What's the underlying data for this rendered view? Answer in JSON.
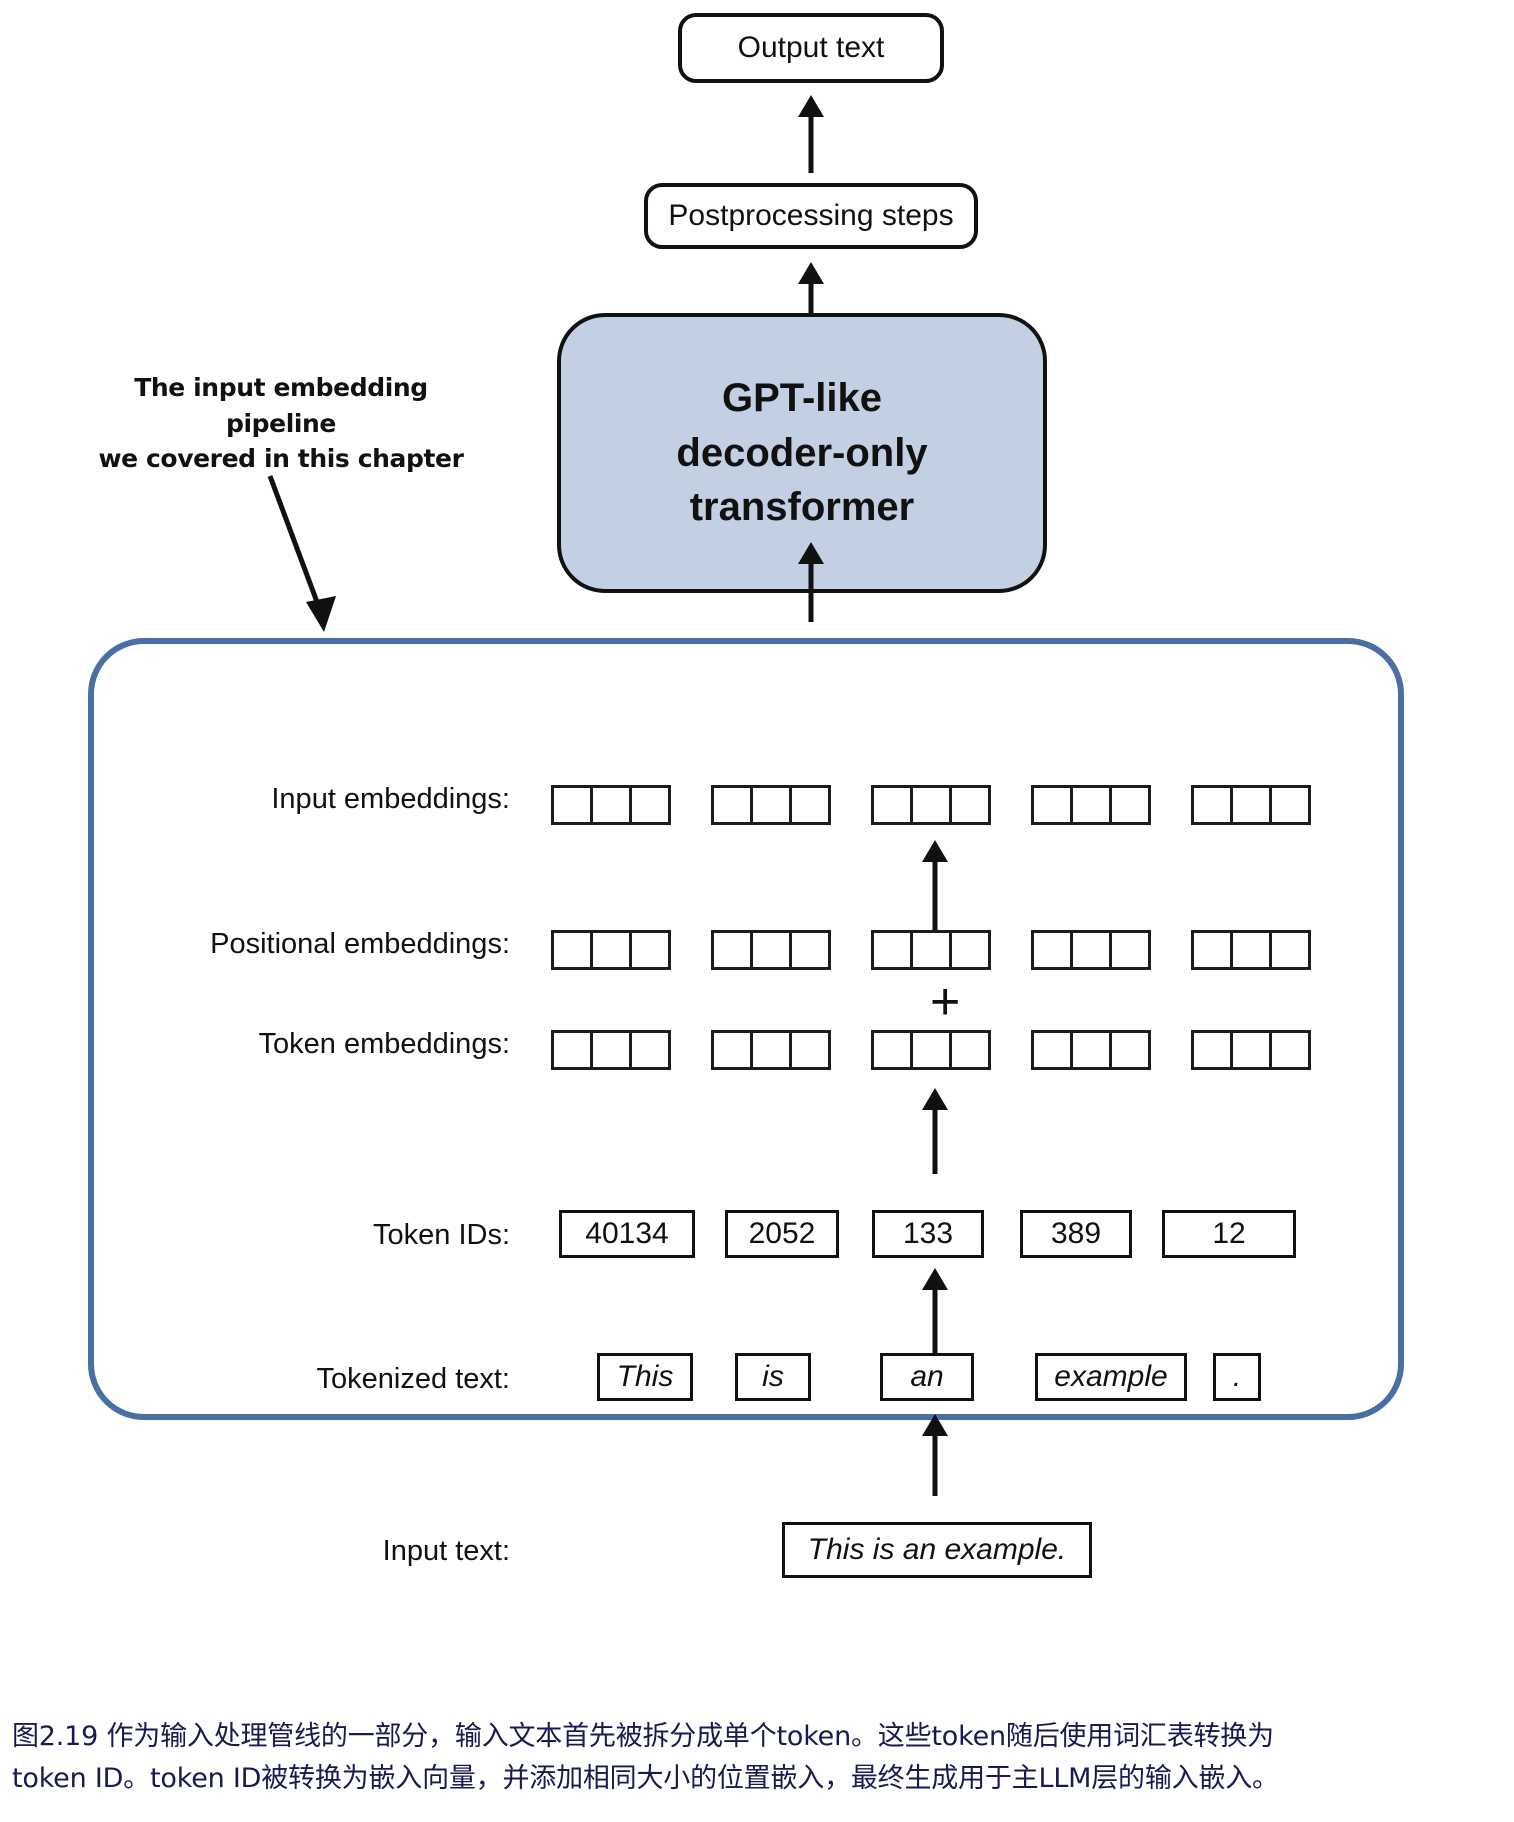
{
  "figure": {
    "top_boxes": {
      "output_text": "Output text",
      "postprocessing": "Postprocessing steps"
    },
    "transformer": {
      "line1": "GPT-like",
      "line2": "decoder-only",
      "line3": "transformer",
      "fill_color": "#c3cfe2",
      "border_color": "#111111"
    },
    "annotation": {
      "line1": "The input embedding pipeline",
      "line2": "we covered in this chapter"
    },
    "pipeline_container": {
      "border_color": "#4a6fa5"
    },
    "rows": {
      "input_embeddings_label": "Input embeddings:",
      "positional_embeddings_label": "Positional embeddings:",
      "token_embeddings_label": "Token embeddings:",
      "token_ids_label": "Token IDs:",
      "tokenized_text_label": "Tokenized text:",
      "input_text_label": "Input text:"
    },
    "embedding_vector_count": 5,
    "embedding_cells_per_vector": 3,
    "token_ids": [
      "40134",
      "2052",
      "133",
      "389",
      "12"
    ],
    "tokenized_text": [
      "This",
      "is",
      "an",
      "example",
      "."
    ],
    "input_text": "This is an example.",
    "plus_symbol": "+"
  },
  "caption": {
    "line1": "图2.19 作为输入处理管线的一部分，输入文本首先被拆分成单个token。这些token随后使用词汇表转换为",
    "line2": "token ID。token ID被转换为嵌入向量，并添加相同大小的位置嵌入，最终生成用于主LLM层的输入嵌入。"
  }
}
